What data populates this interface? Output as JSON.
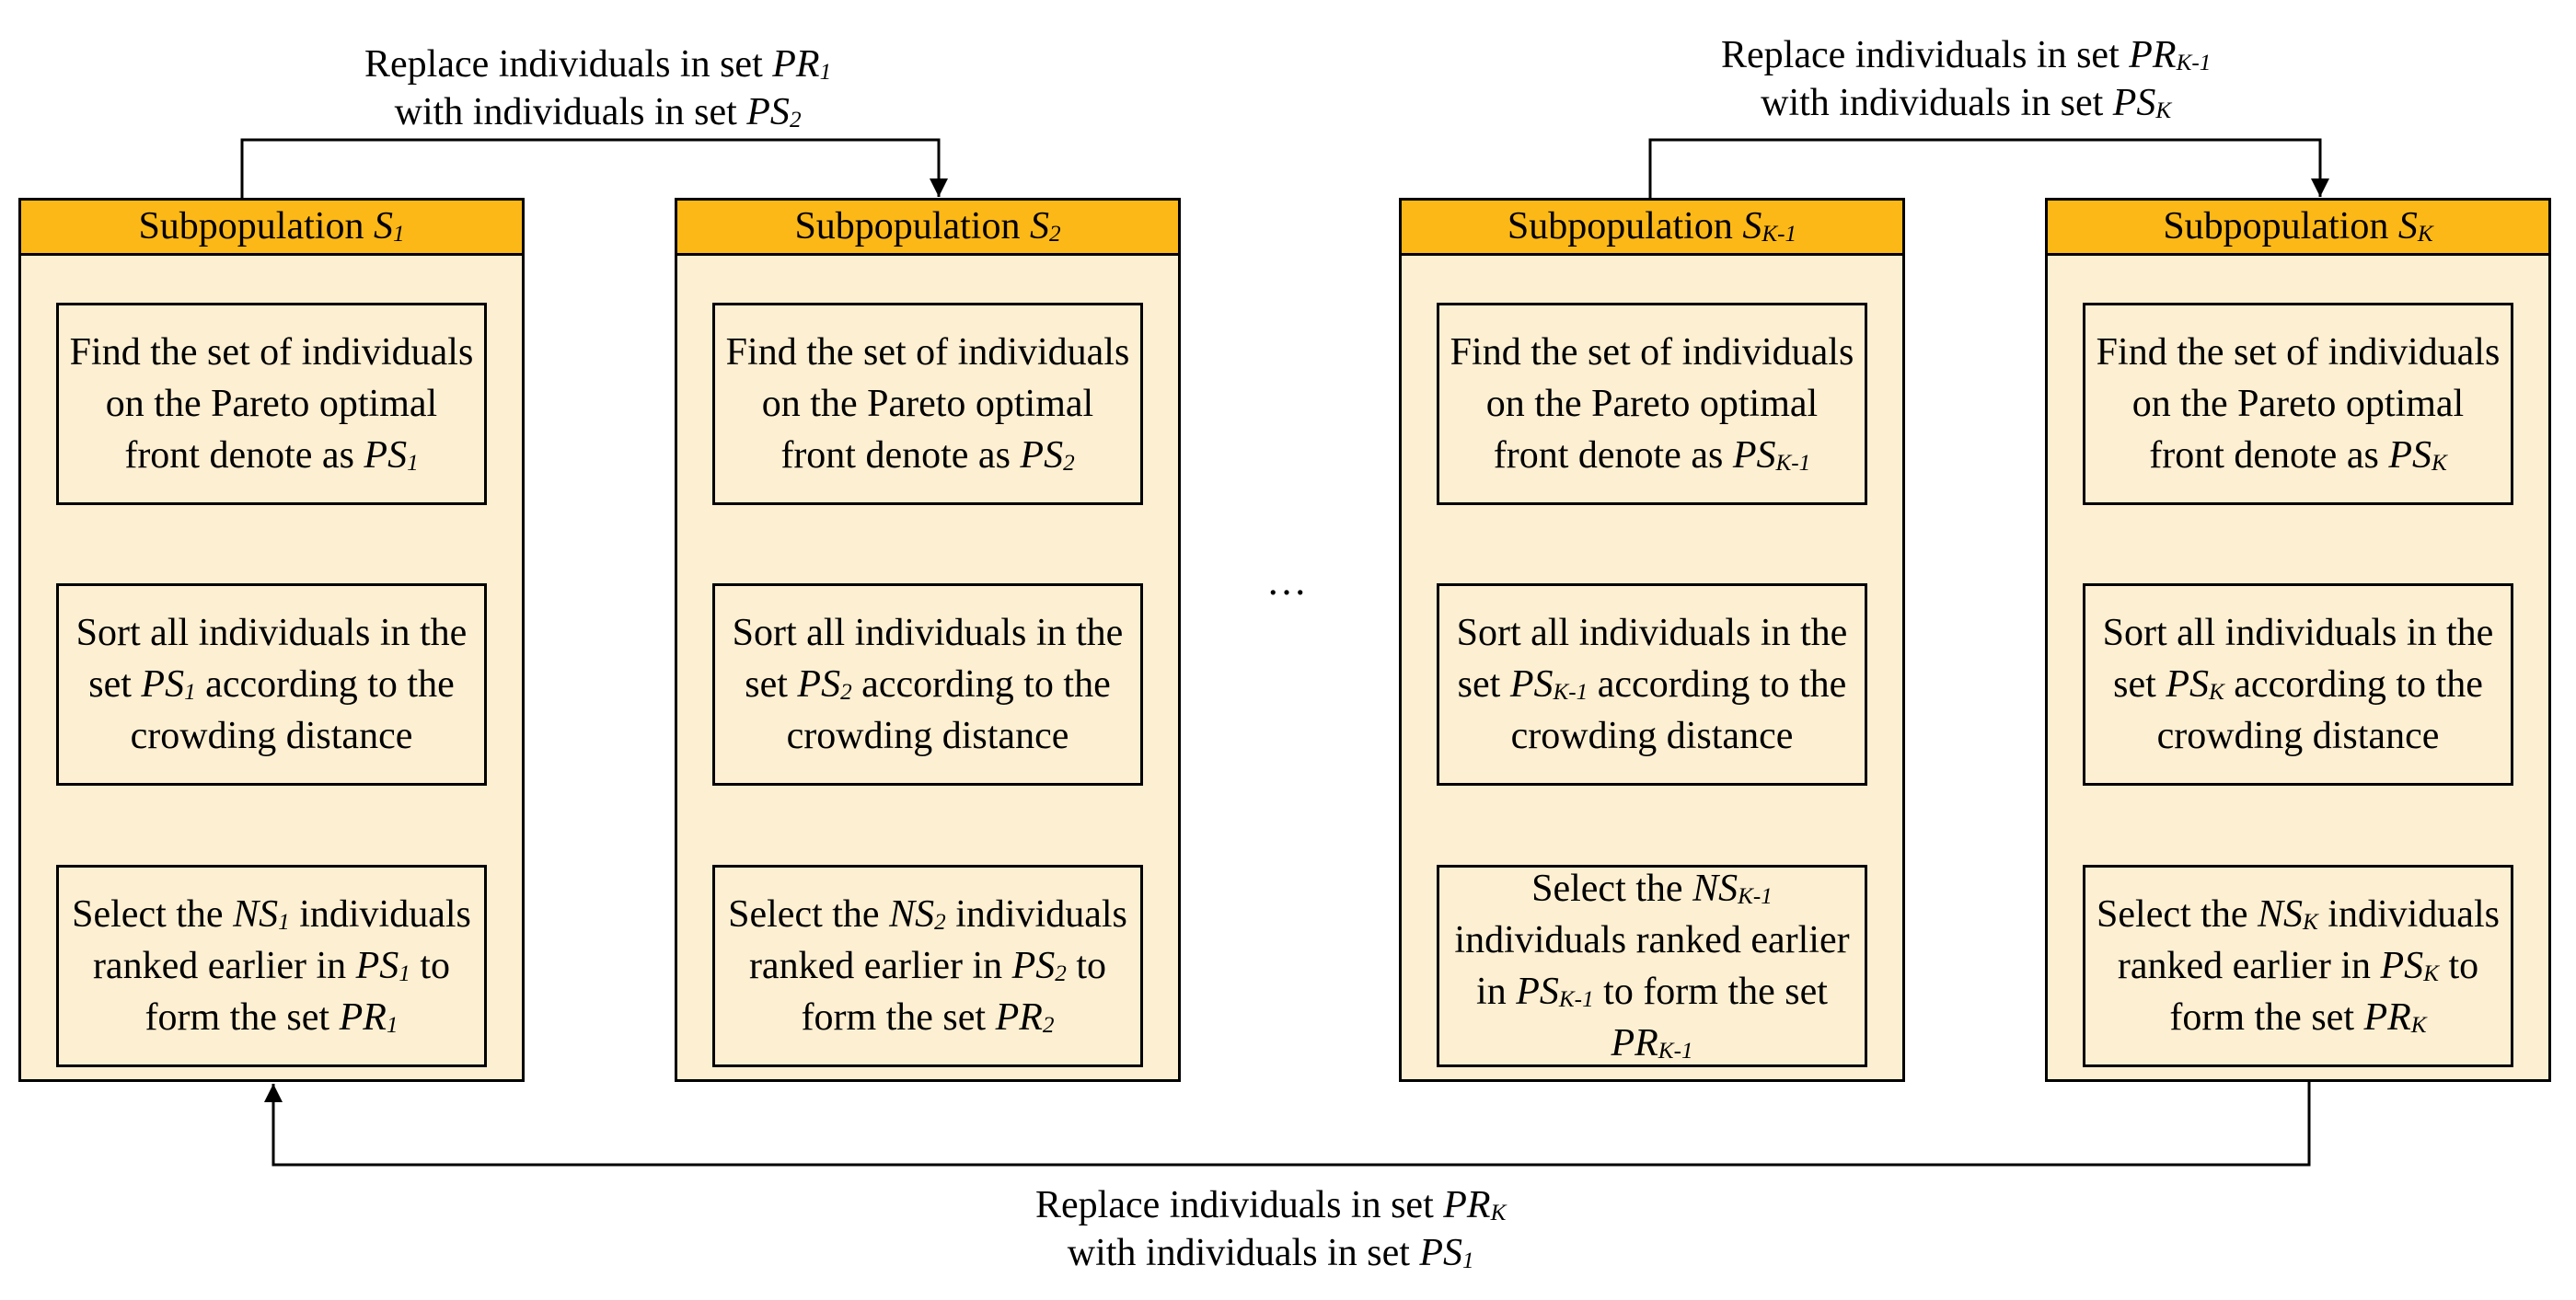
{
  "columns": [
    {
      "header": {
        "text": "Subpopulation ",
        "var": "S",
        "sub": "1"
      },
      "steps": [
        [
          {
            "t": "Find the set of individuals on the Pareto optimal front denote as "
          },
          {
            "v": "PS",
            "s": "1"
          }
        ],
        [
          {
            "t": "Sort all individuals in the set "
          },
          {
            "v": "PS",
            "s": "1"
          },
          {
            "t": " according to the crowding distance"
          }
        ],
        [
          {
            "t": "Select the "
          },
          {
            "v": "NS",
            "s": "1"
          },
          {
            "t": " individuals ranked earlier in "
          },
          {
            "v": "PS",
            "s": "1"
          },
          {
            "t": " to form the set "
          },
          {
            "v": "PR",
            "s": "1"
          }
        ]
      ]
    },
    {
      "header": {
        "text": "Subpopulation ",
        "var": "S",
        "sub": "2"
      },
      "steps": [
        [
          {
            "t": "Find the set of individuals on the Pareto optimal front denote as "
          },
          {
            "v": "PS",
            "s": "2"
          }
        ],
        [
          {
            "t": "Sort all individuals in the set "
          },
          {
            "v": "PS",
            "s": "2"
          },
          {
            "t": " according to the crowding distance"
          }
        ],
        [
          {
            "t": "Select the "
          },
          {
            "v": "NS",
            "s": "2"
          },
          {
            "t": " individuals ranked earlier in "
          },
          {
            "v": "PS",
            "s": "2"
          },
          {
            "t": " to form the set "
          },
          {
            "v": "PR",
            "s": "2"
          }
        ]
      ]
    },
    {
      "header": {
        "text": "Subpopulation ",
        "var": "S",
        "sub": "K-1"
      },
      "steps": [
        [
          {
            "t": "Find the set of individuals on the Pareto optimal front denote as "
          },
          {
            "v": "PS",
            "s": "K-1"
          }
        ],
        [
          {
            "t": "Sort all individuals in the set "
          },
          {
            "v": "PS",
            "s": "K-1"
          },
          {
            "t": " according to the crowding distance"
          }
        ],
        [
          {
            "t": "Select the "
          },
          {
            "v": "NS",
            "s": "K-1"
          },
          {
            "t": " individuals ranked earlier in "
          },
          {
            "v": "PS",
            "s": "K-1"
          },
          {
            "t": " to form the set "
          },
          {
            "v": "PR",
            "s": "K-1"
          }
        ]
      ]
    },
    {
      "header": {
        "text": "Subpopulation ",
        "var": "S",
        "sub": "K"
      },
      "steps": [
        [
          {
            "t": "Find the set of individuals on the Pareto optimal front denote as "
          },
          {
            "v": "PS",
            "s": "K"
          }
        ],
        [
          {
            "t": "Sort all individuals in the set "
          },
          {
            "v": "PS",
            "s": "K"
          },
          {
            "t": " according to the crowding distance"
          }
        ],
        [
          {
            "t": "Select the "
          },
          {
            "v": "NS",
            "s": "K"
          },
          {
            "t": " individuals ranked earlier in "
          },
          {
            "v": "PS",
            "s": "K"
          },
          {
            "t": " to form the set "
          },
          {
            "v": "PR",
            "s": "K"
          }
        ]
      ]
    }
  ],
  "ellipsis": "…",
  "annotations": {
    "top_left": {
      "line1": [
        {
          "t": "Replace individuals in set "
        },
        {
          "v": "PR",
          "s": "1"
        }
      ],
      "line2": [
        {
          "t": "with individuals in set "
        },
        {
          "v": "PS",
          "s": "2"
        }
      ]
    },
    "top_right": {
      "line1": [
        {
          "t": "Replace individuals in set "
        },
        {
          "v": "PR",
          "s": "K-1"
        }
      ],
      "line2": [
        {
          "t": "with individuals in set "
        },
        {
          "v": "PS",
          "s": "K"
        }
      ]
    },
    "bottom": {
      "line1": [
        {
          "t": "Replace individuals in set "
        },
        {
          "v": "PR",
          "s": "K"
        }
      ],
      "line2": [
        {
          "t": "with individuals in set "
        },
        {
          "v": "PS",
          "s": "1"
        }
      ]
    }
  },
  "colors": {
    "header_fill": "#fcb817",
    "panel_fill": "#fdefd2",
    "stroke": "#000000"
  }
}
